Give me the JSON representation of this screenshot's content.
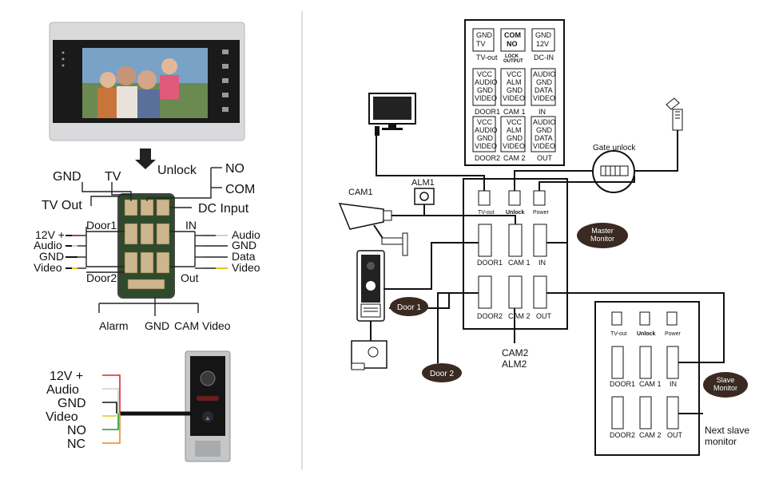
{
  "left_wiring": {
    "top_labels": {
      "gnd": "GND",
      "tv": "TV",
      "tv_out": "TV Out",
      "unlock": "Unlock",
      "no": "NO",
      "com": "COM",
      "dc_input": "DC Input"
    },
    "door1": "Door1",
    "door2": "Door2",
    "in_label": "IN",
    "out_label": "Out",
    "left_pins": [
      "12V +",
      "Audio",
      "GND",
      "Video"
    ],
    "right_pins": [
      "Audio",
      "GND",
      "Data",
      "Video"
    ],
    "bottom_labels": {
      "alarm": "Alarm",
      "gnd": "GND",
      "cam_video": "CAM Video"
    }
  },
  "door_station_wiring": {
    "wires": [
      {
        "label": "12V +",
        "color": "#d62a2a"
      },
      {
        "label": "Audio",
        "color": "#cfcfcf"
      },
      {
        "label": "GND",
        "color": "#111111"
      },
      {
        "label": "Video",
        "color": "#e6c619"
      },
      {
        "label": "NO",
        "color": "#1f9a3a"
      },
      {
        "label": "NC",
        "color": "#e58a1f"
      }
    ]
  },
  "system_diagram": {
    "pin_table": {
      "rows": [
        [
          {
            "pins": [
              "GND",
              "TV"
            ],
            "caption": "TV-out"
          },
          {
            "pins": [
              "COM",
              "NO"
            ],
            "caption": "LOCK OUTPUT"
          },
          {
            "pins": [
              "GND",
              "12V"
            ],
            "caption": "DC-IN"
          }
        ],
        [
          {
            "pins": [
              "VCC",
              "AUDIO",
              "GND",
              "VIDEO"
            ],
            "caption": "DOOR1"
          },
          {
            "pins": [
              "VCC",
              "ALM",
              "GND",
              "VIDEO"
            ],
            "caption": "CAM 1"
          },
          {
            "pins": [
              "AUDIO",
              "GND",
              "DATA",
              "VIDEO"
            ],
            "caption": "IN"
          }
        ],
        [
          {
            "pins": [
              "VCC",
              "AUDIO",
              "GND",
              "VIDEO"
            ],
            "caption": "DOOR2"
          },
          {
            "pins": [
              "VCC",
              "ALM",
              "GND",
              "VIDEO"
            ],
            "caption": "CAM 2"
          },
          {
            "pins": [
              "AUDIO",
              "GND",
              "DATA",
              "VIDEO"
            ],
            "caption": "OUT"
          }
        ]
      ]
    },
    "gate_unlock": "Gate unlock",
    "alm1": "ALM1",
    "cam1": "CAM1",
    "master_connectors": [
      "TV-out",
      "Unlock",
      "Power",
      "DOOR1",
      "CAM 1",
      "IN",
      "DOOR2",
      "CAM 2",
      "OUT"
    ],
    "master_monitor": "Master Monitor",
    "door1_badge": "Door 1",
    "door2_badge": "Door 2",
    "cam2_alm2": [
      "CAM2",
      "ALM2"
    ],
    "slave_connectors": [
      "TV-out",
      "Unlock",
      "Power",
      "DOOR1",
      "CAM 1",
      "IN",
      "DOOR2",
      "CAM 2",
      "OUT"
    ],
    "slave_monitor": "Slave Monitor",
    "next_slave": [
      "Next slave",
      "monitor"
    ]
  }
}
